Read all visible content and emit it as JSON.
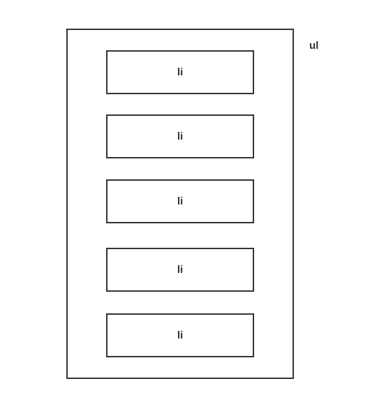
{
  "diagram": {
    "container_label": "ul",
    "items": [
      {
        "label": "li"
      },
      {
        "label": "li"
      },
      {
        "label": "li"
      },
      {
        "label": "li"
      },
      {
        "label": "li"
      }
    ]
  }
}
